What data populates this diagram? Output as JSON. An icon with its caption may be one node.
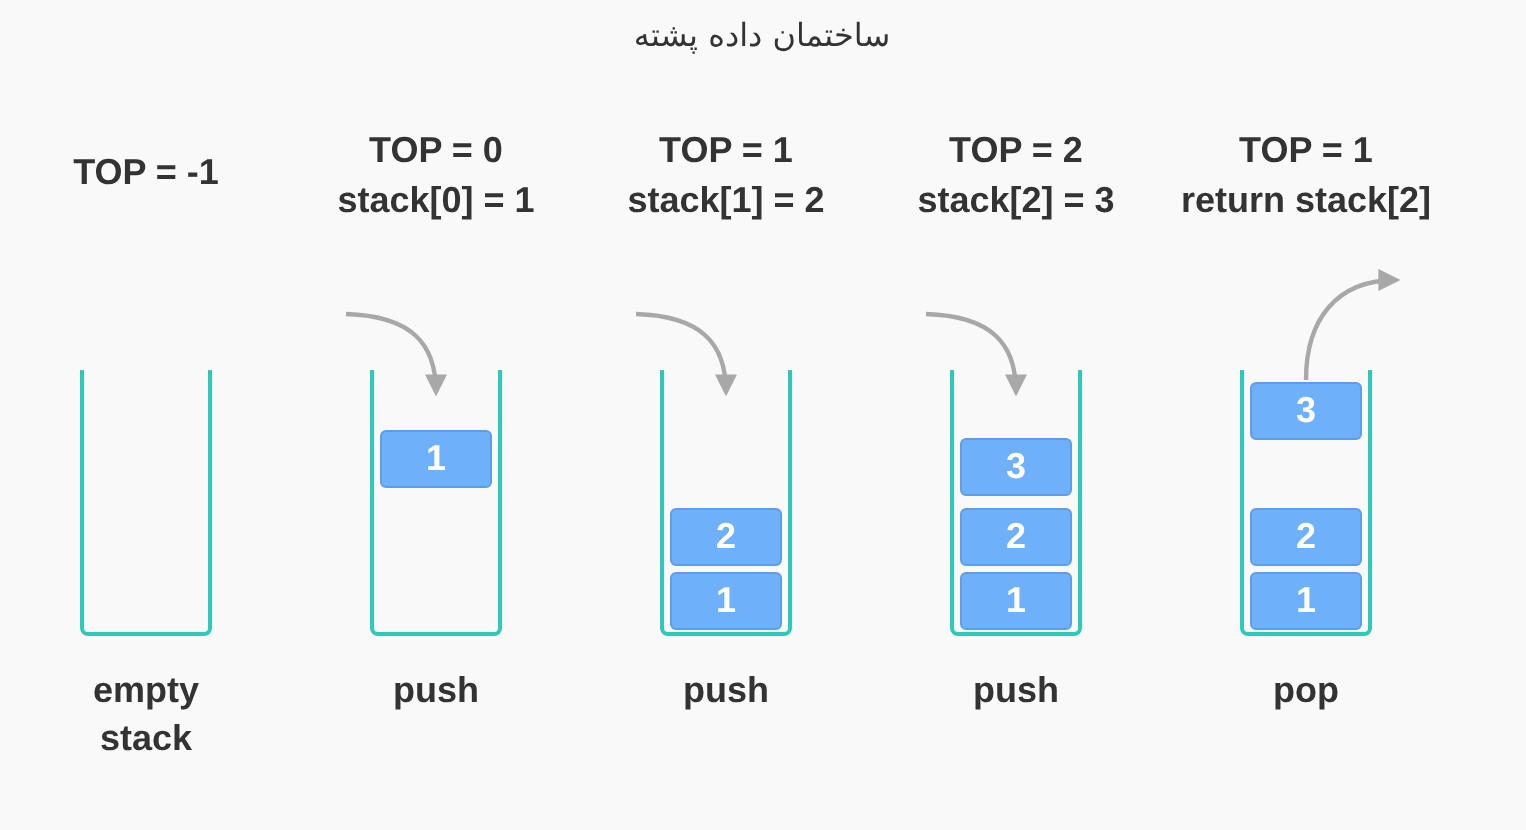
{
  "diagram": {
    "title": "ساختمان داده پشته",
    "nodes": [
      {
        "text": [],
        "shape": "box",
        "beside": [
          "empty stack"
        ]
      },
      {
        "text": [],
        "shape": "box",
        "beside": [
          "push"
        ]
      },
      {
        "text": [
          "1"
        ],
        "in": 1
      },
      {
        "text": [],
        "shape": "box",
        "beside": [
          "push"
        ]
      },
      {
        "text": [
          "2"
        ],
        "in": 3
      },
      {
        "text": [
          "1"
        ],
        "in": 3
      },
      {
        "text": [],
        "shape": "box",
        "beside": [
          "push"
        ]
      },
      {
        "text": [
          "3"
        ],
        "in": 6
      },
      {
        "text": [
          "2"
        ],
        "in": 6
      },
      {
        "text": [
          "1"
        ],
        "in": 6
      },
      {
        "text": [],
        "shape": "box",
        "beside": [
          "pop"
        ]
      },
      {
        "text": [
          "3"
        ],
        "in": 10
      },
      {
        "text": [
          "2"
        ],
        "in": 10
      },
      {
        "text": [
          "1"
        ],
        "in": 10
      }
    ],
    "edges": [
      {
        "from": null,
        "to": 1,
        "arrow": "to"
      },
      {
        "from": null,
        "to": 3,
        "arrow": "to"
      },
      {
        "from": null,
        "to": 6,
        "arrow": "to"
      },
      {
        "from": 11,
        "to": null,
        "arrow": "to"
      }
    ],
    "labels": [
      "TOP = -1",
      "TOP = 0",
      "stack[0] = 1",
      "TOP = 1",
      "stack[1] = 2",
      "TOP = 2",
      "stack[2] = 3",
      "TOP = 1",
      "return stack[2]"
    ]
  }
}
